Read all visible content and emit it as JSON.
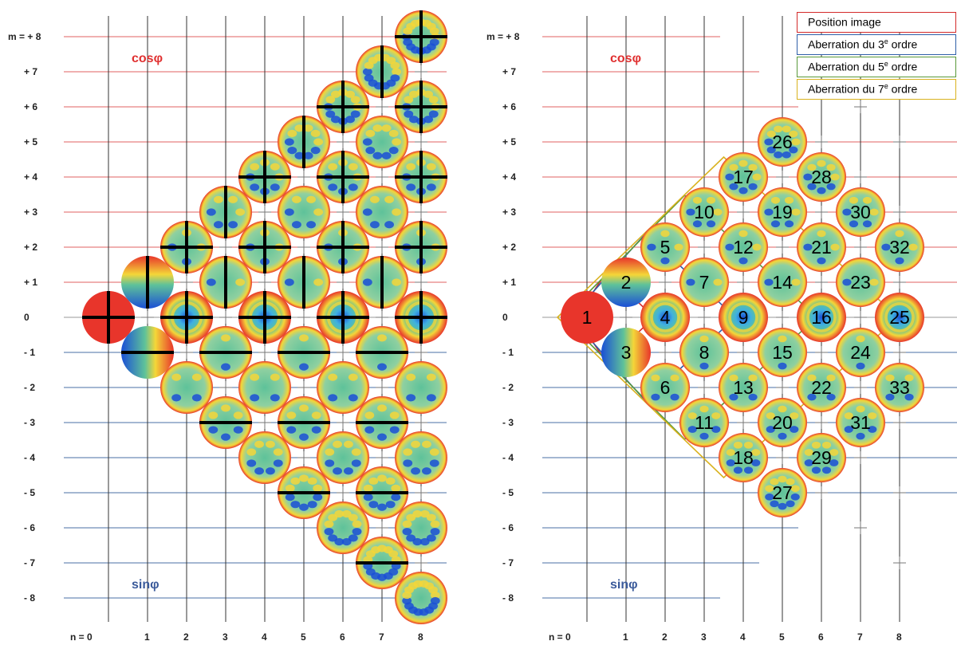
{
  "diagram": {
    "m_axis_labels": [
      "m = + 8",
      "+ 7",
      "+ 6",
      "+ 5",
      "+ 4",
      "+ 3",
      "+ 2",
      "+ 1",
      "0",
      "- 1",
      "- 2",
      "- 3",
      "- 4",
      "- 5",
      "- 6",
      "- 7",
      "- 8"
    ],
    "n_axis_labels": [
      "n =  0",
      "1",
      "2",
      "3",
      "4",
      "5",
      "6",
      "7",
      "8"
    ],
    "cos_label": "cosφ",
    "sin_label": "sinφ",
    "colors": {
      "cos_lines": "#e06060",
      "sin_lines": "#4a6fa5",
      "cos_text": "#e03030",
      "sin_text": "#3a5a9a",
      "red": "#e8352b",
      "green": "#5ec29a",
      "blue": "#1a4fd6",
      "yellow": "#f4d638"
    }
  },
  "terms": [
    {
      "id": 1,
      "n": 0,
      "m": 0
    },
    {
      "id": 2,
      "n": 1,
      "m": 1
    },
    {
      "id": 3,
      "n": 1,
      "m": -1
    },
    {
      "id": 4,
      "n": 2,
      "m": 0
    },
    {
      "id": 5,
      "n": 2,
      "m": 2
    },
    {
      "id": 6,
      "n": 2,
      "m": -2
    },
    {
      "id": 7,
      "n": 3,
      "m": 1
    },
    {
      "id": 8,
      "n": 3,
      "m": -1
    },
    {
      "id": 9,
      "n": 4,
      "m": 0
    },
    {
      "id": 10,
      "n": 3,
      "m": 3
    },
    {
      "id": 11,
      "n": 3,
      "m": -3
    },
    {
      "id": 12,
      "n": 4,
      "m": 2
    },
    {
      "id": 13,
      "n": 4,
      "m": -2
    },
    {
      "id": 14,
      "n": 5,
      "m": 1
    },
    {
      "id": 15,
      "n": 5,
      "m": -1
    },
    {
      "id": 16,
      "n": 6,
      "m": 0
    },
    {
      "id": 17,
      "n": 4,
      "m": 4
    },
    {
      "id": 18,
      "n": 4,
      "m": -4
    },
    {
      "id": 19,
      "n": 5,
      "m": 3
    },
    {
      "id": 20,
      "n": 5,
      "m": -3
    },
    {
      "id": 21,
      "n": 6,
      "m": 2
    },
    {
      "id": 22,
      "n": 6,
      "m": -2
    },
    {
      "id": 23,
      "n": 7,
      "m": 1
    },
    {
      "id": 24,
      "n": 7,
      "m": -1
    },
    {
      "id": 25,
      "n": 8,
      "m": 0
    },
    {
      "id": 26,
      "n": 5,
      "m": 5
    },
    {
      "id": 27,
      "n": 5,
      "m": -5
    },
    {
      "id": 28,
      "n": 6,
      "m": 4
    },
    {
      "id": 29,
      "n": 6,
      "m": -4
    },
    {
      "id": 30,
      "n": 7,
      "m": 3
    },
    {
      "id": 31,
      "n": 7,
      "m": -3
    },
    {
      "id": 32,
      "n": 8,
      "m": 2
    },
    {
      "id": 33,
      "n": 8,
      "m": -2
    }
  ],
  "left_only_terms": [
    {
      "n": 6,
      "m": 6
    },
    {
      "n": 6,
      "m": -6
    },
    {
      "n": 7,
      "m": 5
    },
    {
      "n": 7,
      "m": -5
    },
    {
      "n": 7,
      "m": 7
    },
    {
      "n": 7,
      "m": -7
    },
    {
      "n": 8,
      "m": 4
    },
    {
      "n": 8,
      "m": -4
    },
    {
      "n": 8,
      "m": 6
    },
    {
      "n": 8,
      "m": -6
    },
    {
      "n": 8,
      "m": 8
    },
    {
      "n": 8,
      "m": -8
    }
  ],
  "legend": [
    {
      "label": "Position image",
      "sup": "",
      "tail": "",
      "color": "#d42a2a",
      "n_max": 1
    },
    {
      "label": "Aberration du 3",
      "sup": "e",
      "tail": " ordre",
      "color": "#2f5fa8",
      "n_max": 3
    },
    {
      "label": "Aberration du 5",
      "sup": "e",
      "tail": " ordre",
      "color": "#5a9a3a",
      "n_max": 5
    },
    {
      "label": "Aberration du 7",
      "sup": "e",
      "tail": " ordre",
      "color": "#d9b21f",
      "n_max": 7
    }
  ]
}
